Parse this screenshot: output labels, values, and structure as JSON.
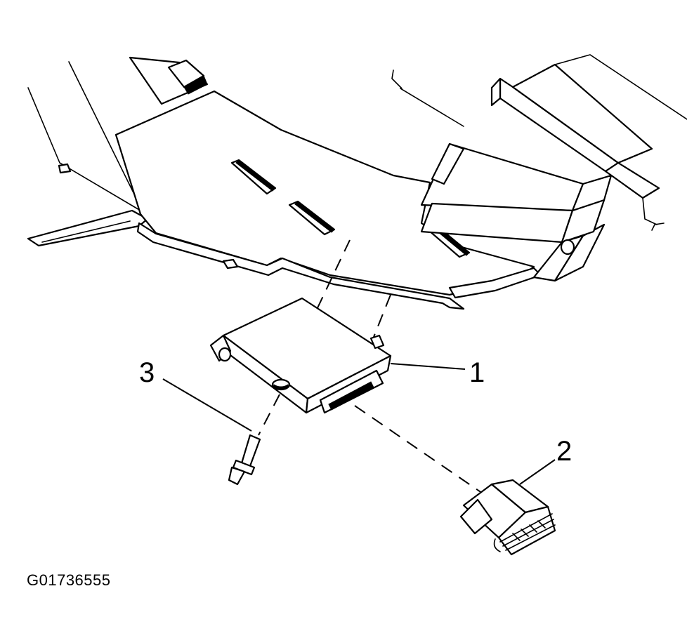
{
  "diagram": {
    "callouts": {
      "module": "1",
      "connector": "2",
      "fastener": "3"
    },
    "figure_id": "G01736555"
  }
}
